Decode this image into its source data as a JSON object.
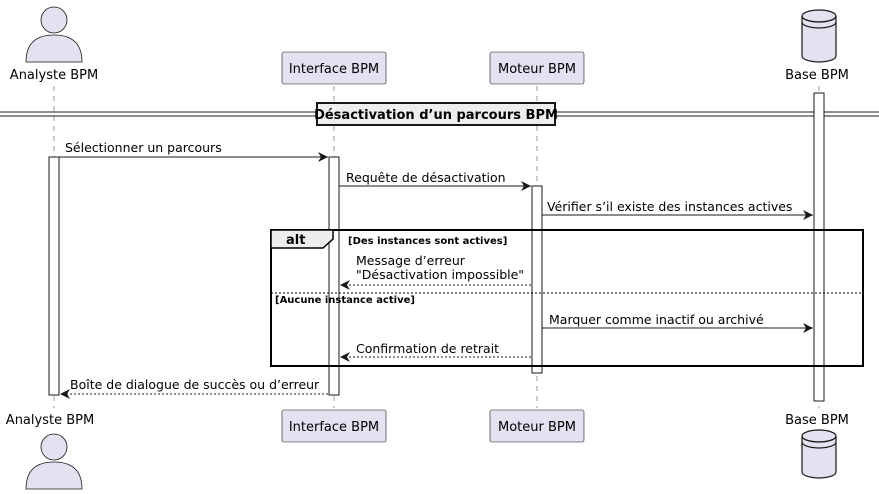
{
  "participants": {
    "analyst": "Analyste BPM",
    "interface": "Interface BPM",
    "engine": "Moteur BPM",
    "database": "Base BPM"
  },
  "divider": "Désactivation d’un parcours BPM",
  "messages": {
    "m1": "Sélectionner un parcours",
    "m2": "Requête de désactivation",
    "m3": "Vérifier s’il existe des instances actives",
    "m4_line1": "Message d’erreur",
    "m4_line2": "\"Désactivation impossible\"",
    "m5": "Marquer comme inactif ou archivé",
    "m6": "Confirmation de retrait",
    "m7": "Boîte de dialogue de succès ou d’erreur"
  },
  "alt_fragment": {
    "keyword": "alt",
    "guard1": "[Des instances sont actives]",
    "guard2": "[Aucune instance active]"
  },
  "colors": {
    "participant_fill": "#e2e2f0",
    "participant_stroke": "#181818",
    "lifeline": "#999999",
    "line": "#181818",
    "divider_fill": "#eeeeee"
  }
}
